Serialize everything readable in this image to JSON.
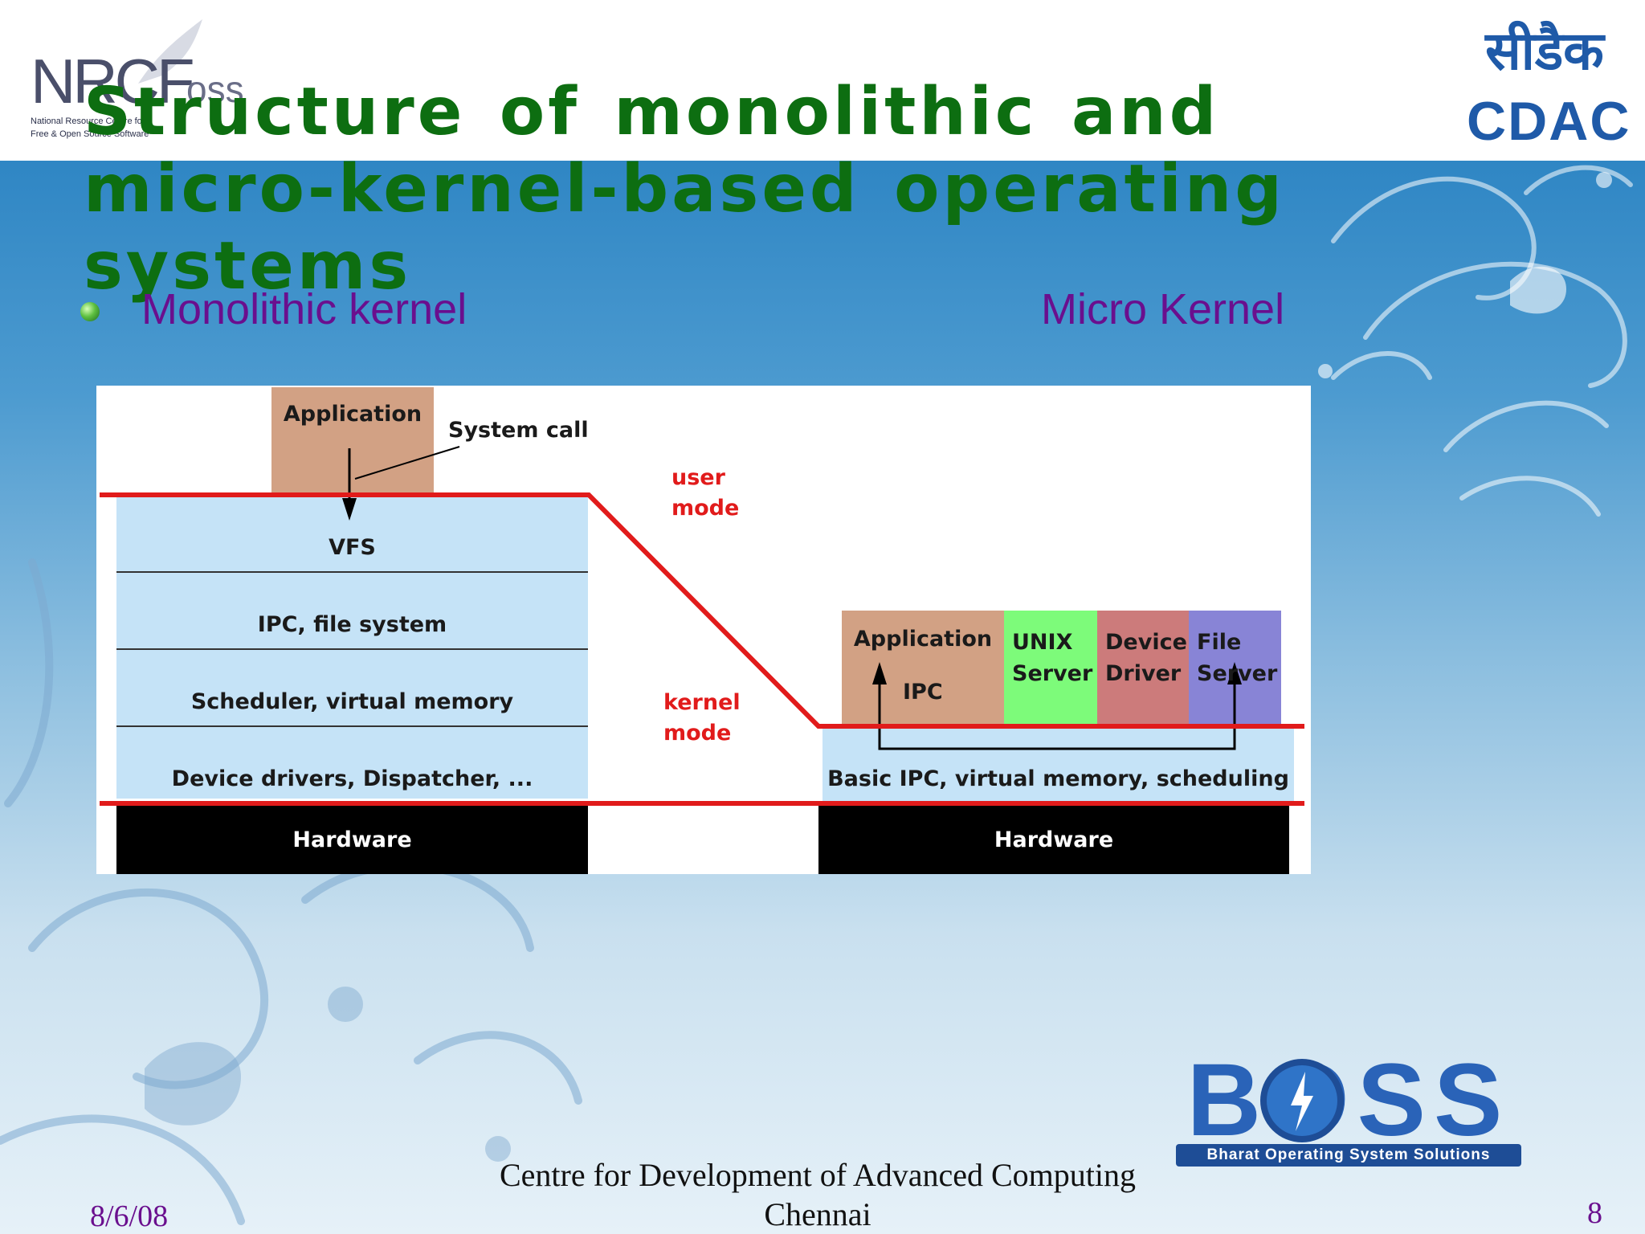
{
  "slide": {
    "title": "Structure of monolithic and micro-kernel-based operating systems",
    "bullet": "Monolithic kernel",
    "right_heading": "Micro Kernel"
  },
  "logos": {
    "nrcfoss_main": "NRCF",
    "nrcfoss_oss": "oss",
    "nrcfoss_sub_line1": "National Resource Centre for",
    "nrcfoss_sub_line2": "Free & Open Source Software",
    "cdac_hindi": "सीडैक",
    "cdac_latin": "CDAC",
    "boss_letters": "BOSS",
    "boss_caption": "Bharat Operating System Solutions"
  },
  "diagram": {
    "monolithic": {
      "application": "Application",
      "system_call": "System call",
      "layers": [
        "VFS",
        "IPC, file system",
        "Scheduler, virtual memory",
        "Device drivers, Dispatcher, ..."
      ],
      "hardware": "Hardware"
    },
    "modes": {
      "user_line1": "user",
      "user_line2": "mode",
      "kernel_line1": "kernel",
      "kernel_line2": "mode"
    },
    "micro": {
      "application": "Application",
      "ipc": "IPC",
      "unix_line1": "UNIX",
      "unix_line2": "Server",
      "device_line1": "Device",
      "device_line2": "Driver",
      "file_line1": "File",
      "file_line2": "Server",
      "kernel_layer": "Basic IPC, virtual memory, scheduling",
      "hardware": "Hardware"
    },
    "colors": {
      "mode_line": "#e11b1b",
      "kernel_fill": "#c5e3f7",
      "app_fill": "#d2a184",
      "unix_fill": "#7dfb7a",
      "device_fill": "#cc7b7b",
      "file_fill": "#8884d6",
      "hardware_fill": "#000000"
    }
  },
  "footer": {
    "org_line1": "Centre for Development of Advanced Computing",
    "org_line2": "Chennai",
    "date": "8/6/08",
    "page": "8"
  }
}
